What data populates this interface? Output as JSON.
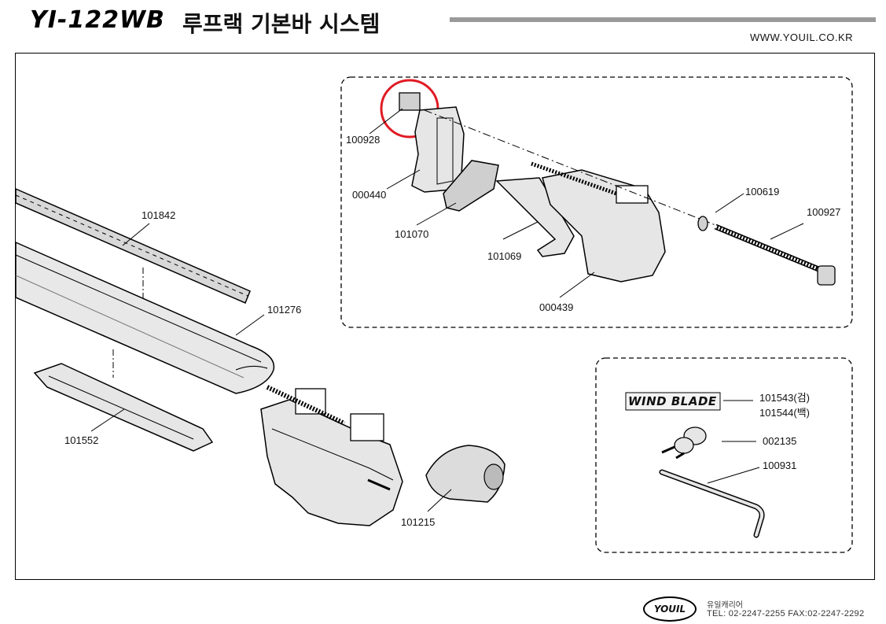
{
  "header": {
    "model": "YI-122WB",
    "title": "루프랙 기본바 시스템",
    "website": "WWW.YOUIL.CO.KR"
  },
  "parts": {
    "p100928": "100928",
    "p000440": "000440",
    "p101070": "101070",
    "p101069": "101069",
    "p000439": "000439",
    "p100619": "100619",
    "p100927": "100927",
    "p101842": "101842",
    "p101276": "101276",
    "p101552": "101552",
    "p101215": "101215",
    "p101543": "101543(검)",
    "p101544": "101544(백)",
    "p002135": "002135",
    "p100931": "100931"
  },
  "wind_blade_logo": "WIND BLADE",
  "footer": {
    "logo": "YOUIL",
    "company": "유일캐리어",
    "contact": "TEL: 02-2247-2255  FAX:02-2247-2292"
  },
  "colors": {
    "highlight_circle": "#e01b24",
    "rule": "#9a9a9a",
    "part_fill": "#e6e6e6"
  }
}
